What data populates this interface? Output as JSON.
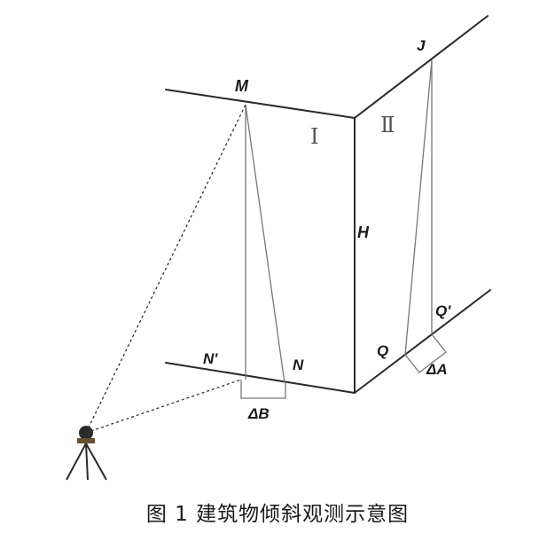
{
  "labels": {
    "M": "M",
    "J": "J",
    "roman_1": "Ⅰ",
    "roman_2": "Ⅱ",
    "H": "H",
    "N_prime": "N'",
    "N": "N",
    "Q": "Q",
    "Q_prime": "Q'",
    "delta_A": "ΔA",
    "delta_B": "ΔB"
  },
  "caption": "图 1  建筑物倾斜观测示意图"
}
